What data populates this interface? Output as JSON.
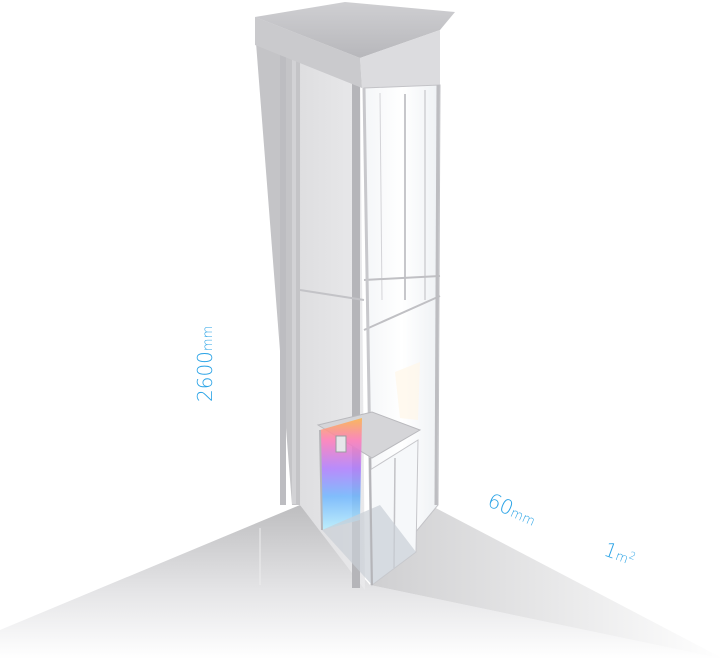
{
  "dimensions": {
    "height": {
      "value": "2600",
      "unit": "mm"
    },
    "depth": {
      "value": "60",
      "unit": "mm"
    },
    "area": {
      "value": "1",
      "unit": "m",
      "sup": "2"
    }
  },
  "colors": {
    "label": "#2aa3e6",
    "frame": "#c9c9cc",
    "frame_dark": "#9d9da2",
    "glass": "#eef2f6",
    "floor": "#d8d8da"
  }
}
